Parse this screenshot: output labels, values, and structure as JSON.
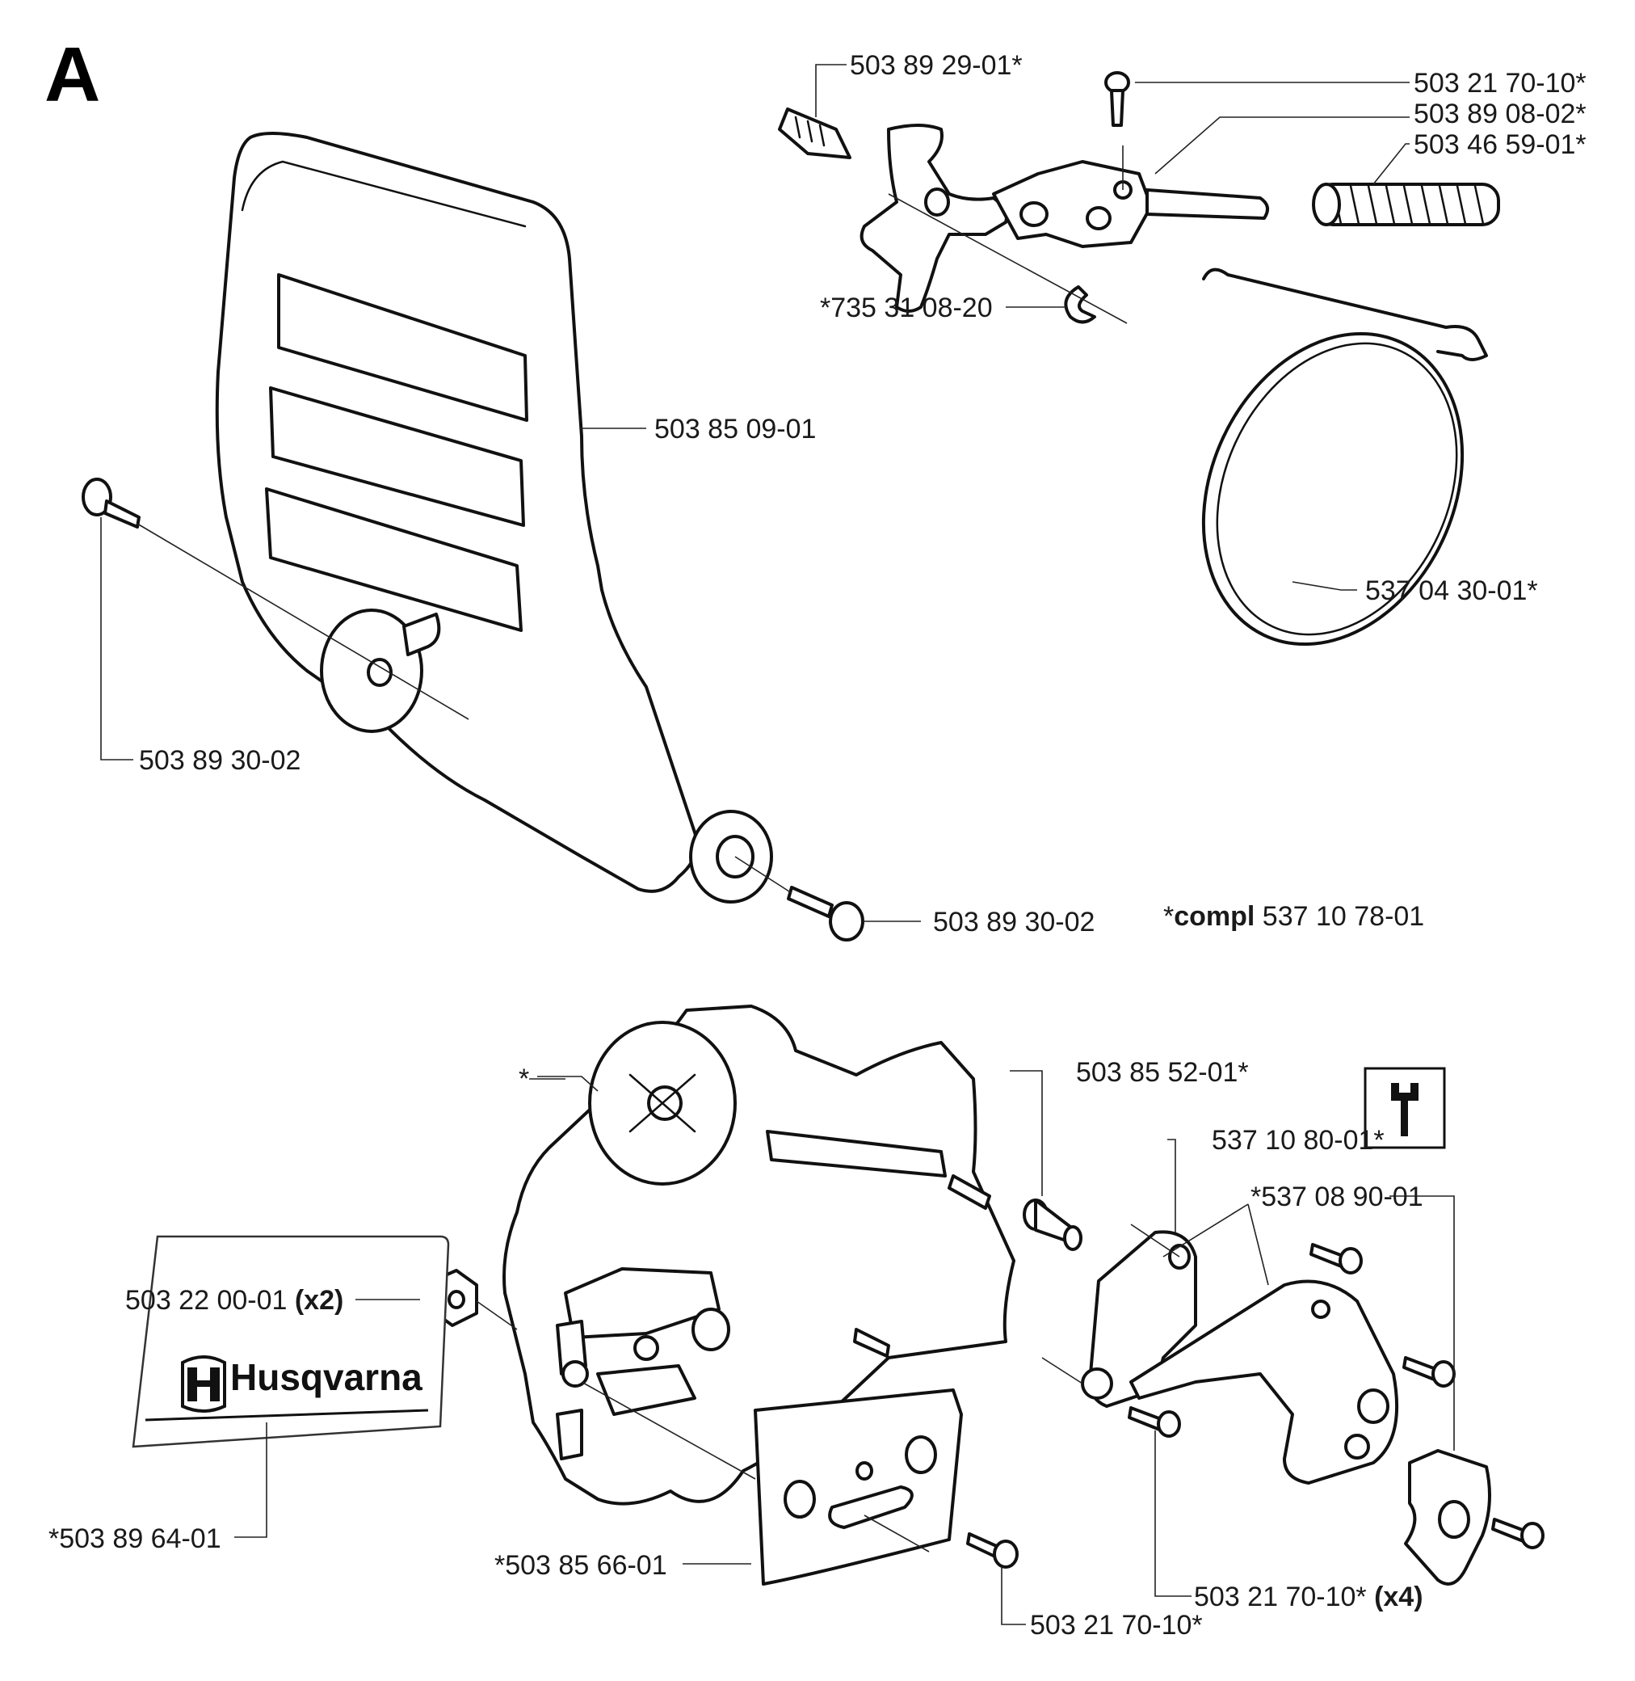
{
  "section_letter": "A",
  "labels": {
    "l1": "503 89 29-01*",
    "l2": "503 21 70-10*",
    "l3": "503 89 08-02*",
    "l4": "503 46 59-01*",
    "l5": "*735 31 08-20",
    "l6": "503 85 09-01",
    "l7": "537 04 30-01*",
    "l8": "503 89 30-02",
    "l9": "503 89 30-02",
    "l10_prefix": "*",
    "l10_bold": "compl",
    "l10_rest": " 537 10 78-01",
    "l11": "*",
    "l12": "503 85 52-01*",
    "l13": "537 10 80-01*",
    "l14": "*537 08 90-01",
    "l15_num": "503 22 00-01 ",
    "l15_qty": "(x2)",
    "l16": "*503 89 64-01",
    "l17": "*503 85 66-01",
    "l18_num": "503 21 70-10* ",
    "l18_qty": "(x4)",
    "l19": "503 21 70-10*"
  },
  "decal_text": "Husqvarna",
  "icons": {
    "decal_logo": "husqvarna-crown-h-logo",
    "tool": "wrench-icon"
  }
}
